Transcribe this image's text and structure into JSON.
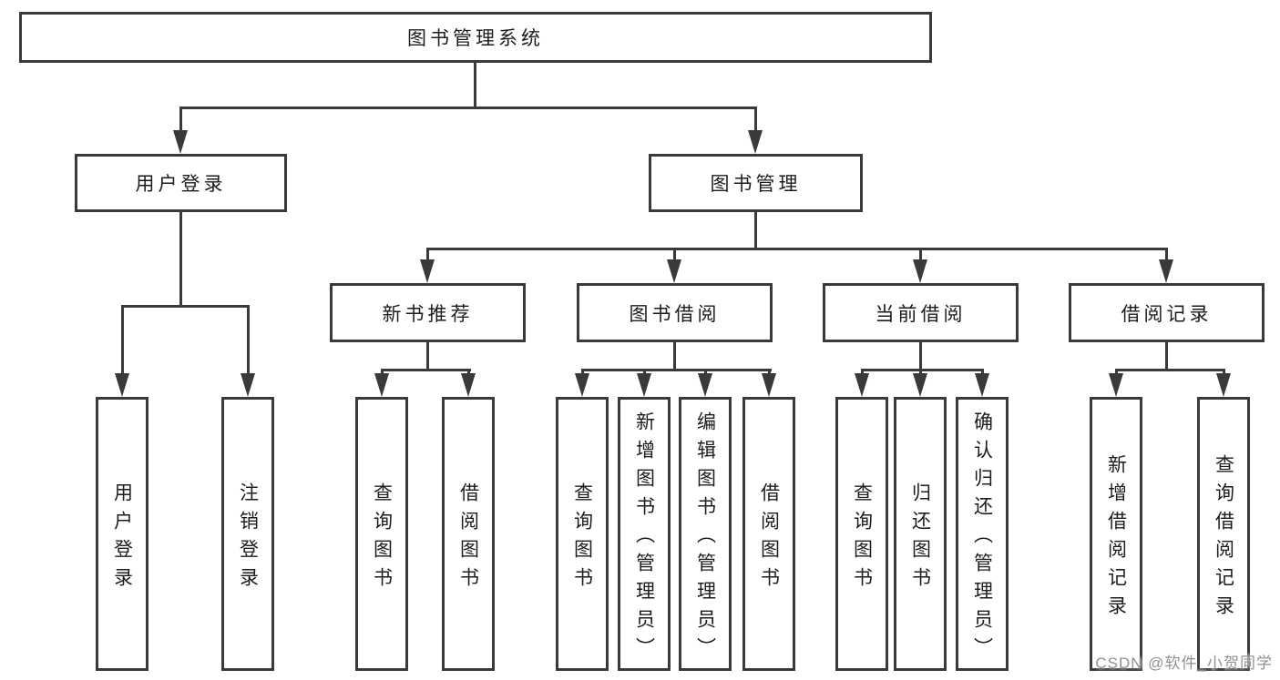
{
  "colors": {
    "line": "#3a3a3a",
    "text": "#1c1c1c",
    "watermark": "#8c8c8c",
    "background": "#ffffff"
  },
  "tree": {
    "label": "图书管理系统",
    "children": [
      {
        "label": "用户登录",
        "children": [
          {
            "label": "用户登录"
          },
          {
            "label": "注销登录"
          }
        ]
      },
      {
        "label": "图书管理",
        "children": [
          {
            "label": "新书推荐",
            "children": [
              {
                "label": "查询图书"
              },
              {
                "label": "借阅图书"
              }
            ]
          },
          {
            "label": "图书借阅",
            "children": [
              {
                "label": "查询图书"
              },
              {
                "label": "新增图书（管理员）"
              },
              {
                "label": "编辑图书（管理员）"
              },
              {
                "label": "借阅图书"
              }
            ]
          },
          {
            "label": "当前借阅",
            "children": [
              {
                "label": "查询图书"
              },
              {
                "label": "归还图书"
              },
              {
                "label": "确认归还（管理员）"
              }
            ]
          },
          {
            "label": "借阅记录",
            "children": [
              {
                "label": "新增借阅记录"
              },
              {
                "label": "查询借阅记录"
              }
            ]
          }
        ]
      }
    ]
  },
  "watermark": "CSDN @软件_小贺同学"
}
